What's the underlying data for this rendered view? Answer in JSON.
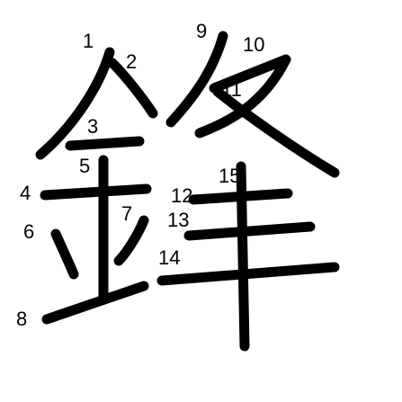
{
  "character": "鋒",
  "stroke_color": "#000000",
  "background_color": "#ffffff",
  "strokes": [
    {
      "number": "1"
    },
    {
      "number": "2"
    },
    {
      "number": "3"
    },
    {
      "number": "4"
    },
    {
      "number": "5"
    },
    {
      "number": "6"
    },
    {
      "number": "7"
    },
    {
      "number": "8"
    },
    {
      "number": "9"
    },
    {
      "number": "10"
    },
    {
      "number": "11"
    },
    {
      "number": "12"
    },
    {
      "number": "13"
    },
    {
      "number": "14"
    },
    {
      "number": "15"
    }
  ]
}
